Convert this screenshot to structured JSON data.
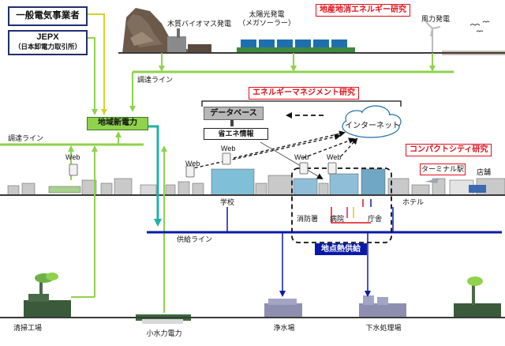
{
  "entities": {
    "general_power": "一般電気事業者",
    "jepx_title": "JEPX",
    "jepx_sub": "（日本卸電力取引所）",
    "regional_power": "地域新電力",
    "database": "データベース",
    "energy_saving_info": "省エネ情報",
    "internet": "インターネット",
    "local_heat": "地点熱供給",
    "terminal_station": "ターミナル駅"
  },
  "research": {
    "local_energy": "地産地消エネルギー研究",
    "energy_management": "エネルギーマネジメント研究",
    "compact_city": "コンパクトシティ研究"
  },
  "lines": {
    "procurement_top": "調達ライン",
    "procurement_left": "調達ライン",
    "supply": "供給ライン"
  },
  "generators": {
    "biomass": "木質バイオマス発電",
    "solar": "太陽光発電",
    "solar_sub": "（メガソーラー）",
    "wind": "風力発電"
  },
  "facilities": {
    "school": "学校",
    "fire_station": "消防署",
    "hospital": "病院",
    "city_hall": "庁舎",
    "hotel": "ホテル",
    "shop": "店舗",
    "cleaning_plant": "清掃工場",
    "small_hydro": "小水力電力",
    "water_purification": "浄水場",
    "sewage_treatment": "下水処理場"
  },
  "web_label": "Web",
  "colors": {
    "navy": "#1f2f6e",
    "yellow_line": "#e6e23a",
    "green_line": "#8fd24c",
    "supply_blue": "#0a1aa8",
    "research_red": "#e0101a",
    "ground": "#3a3a3a"
  }
}
